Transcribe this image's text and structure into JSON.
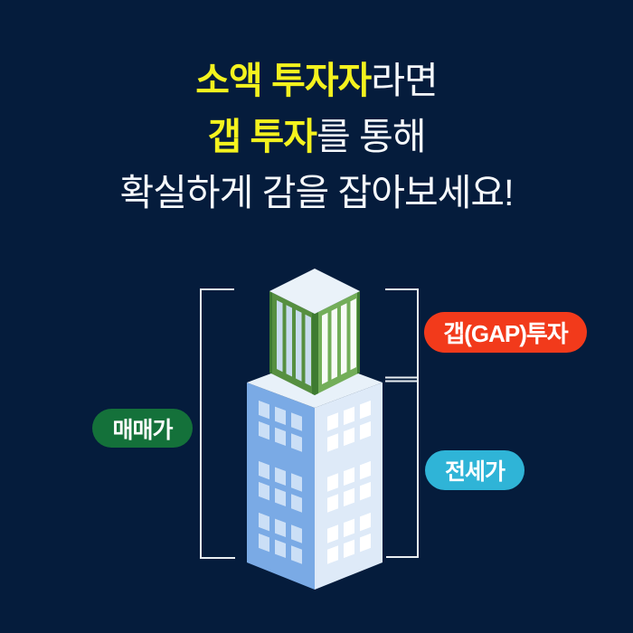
{
  "headline": {
    "line1": {
      "highlight": "소액 투자자",
      "rest": "라면"
    },
    "line2": {
      "highlight": "갭 투자",
      "rest": "를 통해"
    },
    "line3": "확실하게 감을 잡아보세요!"
  },
  "diagram": {
    "gap_label": "갭(GAP)투자",
    "sale_price_label": "매매가",
    "jeonse_price_label": "전세가",
    "illustration_description": "isometric green building stacked on larger blue building with measurement brackets"
  },
  "colors": {
    "background": "#051C3C",
    "heading-white": "#F5F8FB",
    "highlight-yellow": "#F4F21E",
    "gap-pill": "#F23A1B",
    "sale-pill": "#14713A",
    "jeonse-pill": "#2FB4D7",
    "bracket-line": "#E9EEF2",
    "blue-left": "#7AAAE5",
    "blue-right": "#DEEAF8",
    "blue-top": "#E8F1F9",
    "blue-window-left": "#CBDFF6",
    "blue-window-right": "#FFFFFF",
    "green-left": "#568F40",
    "green-right": "#73AE59",
    "green-top": "#EAF2F9",
    "green-stripe-left": "#C8DCEE",
    "green-stripe-right": "#F8FBF7",
    "green-edge": "#3E7B31"
  }
}
